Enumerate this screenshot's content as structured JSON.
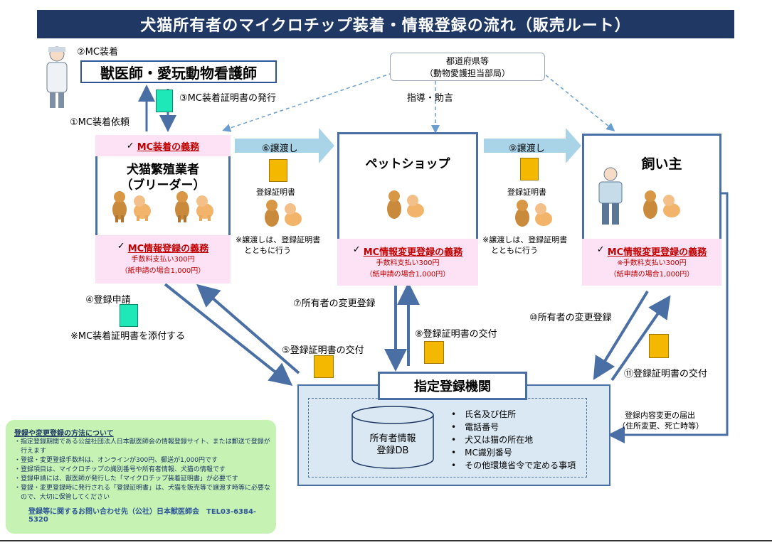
{
  "title": "犬猫所有者のマイクロチップ装着・情報登録の流れ（販売ルート）",
  "vet": {
    "step": "②MC装着",
    "name": "獣医師・愛玩動物看護師"
  },
  "prefecture": {
    "line1": "都道府県等",
    "line2": "（動物愛護担当部局）",
    "guidance": "指導・助言"
  },
  "steps": {
    "s1": "①MC装着依頼",
    "s3": "③MC装着証明書の発行",
    "s4": "④登録申請",
    "s4_note": "※MC装着証明書を添付する",
    "s5": "⑤登録証明書の交付",
    "s6": "⑥譲渡し",
    "s7": "⑦所有者の変更登録",
    "s8": "⑧登録証明書の交付",
    "s9": "⑨譲渡し",
    "s10": "⑩所有者の変更登録",
    "s11": "⑪登録証明書の交付"
  },
  "transfer_note": {
    "cert": "登録証明書",
    "line1": "※譲渡しは、登録証明書",
    "line2": "とともに行う"
  },
  "breeder": {
    "duty_top": "MC装着の義務",
    "name1": "犬猫繁殖業者",
    "name2": "（ブリーダー）",
    "duty_bottom": "MC情報登録の義務",
    "fee1": "手数料支払い300円",
    "fee2": "（紙申請の場合1,000円）"
  },
  "petshop": {
    "name": "ペットショップ",
    "duty": "MC情報変更登録の義務",
    "fee1": "手数料支払い300円",
    "fee2": "（紙申請の場合1,000円）"
  },
  "owner": {
    "name": "飼い主",
    "duty": "MC情報変更登録の義務",
    "fee1": "※手数料支払い300円",
    "fee2": "（紙申請の場合1,000円）"
  },
  "owner_notice": {
    "line1": "登録内容変更の届出",
    "line2": "（住所変更、死亡時等）"
  },
  "registry": {
    "title": "指定登録機関",
    "db_line1": "所有者情報",
    "db_line2": "登録DB",
    "items": [
      "氏名及び住所",
      "電話番号",
      "犬又は猫の所在地",
      "MC識別番号",
      "その他環境省令で定める事項"
    ]
  },
  "info": {
    "heading": "登録や変更登録の方法について",
    "lines": [
      "・指定登録期間である公益社団法人日本獣医師会の情報登録サイト、または郵送で登録が",
      "　行えます",
      "・登録・変更登録手数料は、オンラインが300円、郵送が1,000円です",
      "・登録項目は、マイクロチップの識別番号や所有者情報、犬猫の情報です",
      "・登録申請には、獣医師が発行した「マイクロチップ装着証明書」が必要です",
      "・登録・変更登録時に発行される「登録証明書」は、犬猫を販売等で譲渡す時等に必要な",
      "　ので、大切に保管してください"
    ],
    "contact": "登録等に関するお問い合わせ先（公社）日本獣医師会　TEL03-6384-5320"
  },
  "colors": {
    "title_bg": "#1f3864",
    "duty_red": "#c00000",
    "pink": "#fde2f5",
    "border_blue": "#4a6fa5",
    "arrow_blue": "#a9d3e6",
    "doc_yellow": "#f5b800",
    "doc_green": "#1ee8b8",
    "info_green": "#c6f2b4"
  }
}
